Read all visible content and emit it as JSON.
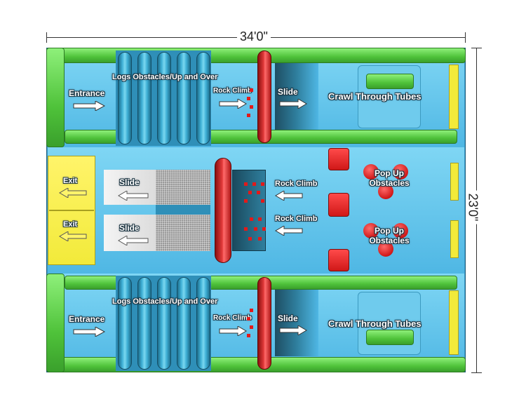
{
  "dimensions": {
    "width_label": "34'0\"",
    "height_label": "23'0\""
  },
  "top_lane": {
    "entrance": "Entrance",
    "logs": "Logs Obstacles/Up and Over",
    "rock_climb": "Rock Climb",
    "slide": "Slide",
    "tubes": "Crawl Through Tubes"
  },
  "bottom_lane": {
    "entrance": "Entrance",
    "logs": "Logs Obstacles/Up and Over",
    "rock_climb": "Rock Climb",
    "slide": "Slide",
    "tubes": "Crawl Through Tubes"
  },
  "middle_lane": {
    "exits": [
      "Exit",
      "Exit"
    ],
    "slides": [
      "Slide",
      "Slide"
    ],
    "rock_climbs": [
      "Rock Climb",
      "Rock Climb"
    ],
    "popups": [
      "Pop Up Obstacles",
      "Pop Up Obstacles"
    ]
  },
  "colors": {
    "green": "#4fc23a",
    "blue": "#4fb7e4",
    "red": "#d01818",
    "yellow": "#f2ea3a"
  }
}
